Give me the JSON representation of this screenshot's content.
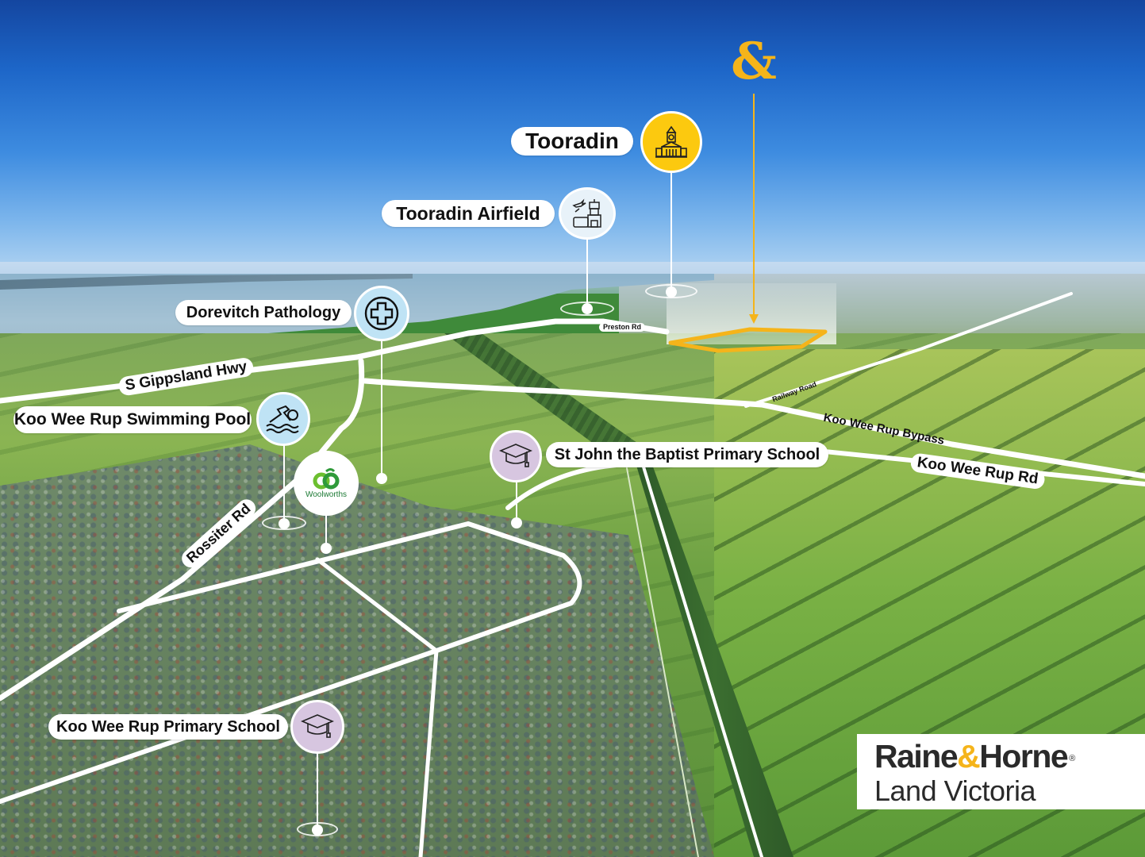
{
  "colors": {
    "brand_yellow": "#f5b41a",
    "road_white": "#ffffff",
    "label_bg": "#ffffff",
    "label_text": "#111111",
    "icon_yellow": "#fcc90f",
    "icon_light_blue": "#bfe3f5",
    "icon_pale_blue": "#e8f2f9",
    "icon_lavender": "#d7c6e0",
    "logo_text": "#2a2a2a"
  },
  "property_marker": {
    "symbol": "&",
    "icon": "ampersand-brand-icon"
  },
  "points_of_interest": [
    {
      "label": "Tooradin",
      "icon": "town-hall-icon",
      "icon_bg": "#fcc90f"
    },
    {
      "label": "Tooradin Airfield",
      "icon": "airport-control-tower-icon",
      "icon_bg": "#e8f2f9"
    },
    {
      "label": "Dorevitch Pathology",
      "icon": "medical-cross-icon",
      "icon_bg": "#bfe3f5"
    },
    {
      "label": "Koo Wee Rup Swimming Pool",
      "icon": "swimmer-icon",
      "icon_bg": "#bfe3f5"
    },
    {
      "label": "Woolworths",
      "icon": "woolworths-logo-icon",
      "icon_bg": "#ffffff"
    },
    {
      "label": "St John the Baptist Primary School",
      "icon": "graduation-cap-icon",
      "icon_bg": "#d7c6e0"
    },
    {
      "label": "Koo Wee Rup Primary School",
      "icon": "graduation-cap-icon",
      "icon_bg": "#d7c6e0"
    }
  ],
  "roads": [
    {
      "label": "S Gippsland Hwy"
    },
    {
      "label": "Preston Rd"
    },
    {
      "label": "Railway Road"
    },
    {
      "label": "Koo Wee Rup Bypass"
    },
    {
      "label": "Koo Wee Rup Rd"
    },
    {
      "label": "Rossiter Rd"
    }
  ],
  "logo": {
    "brand_part1": "Raine",
    "brand_amp": "&",
    "brand_part2": "Horne",
    "registered": "®",
    "subtitle": "Land Victoria"
  }
}
